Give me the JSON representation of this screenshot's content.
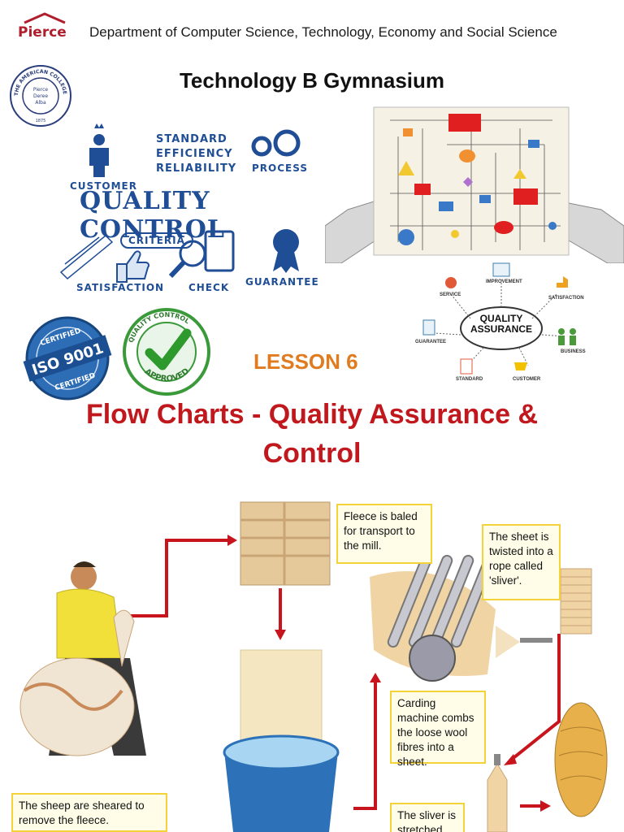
{
  "header": {
    "logo_text": "Pierce",
    "department": "Department of Computer Science, Technology, Economy and Social Science",
    "seal_text": "THE AMERICAN COLLEGE OF GREECE",
    "seal_center": [
      "Pierce",
      "Deree",
      "Alba"
    ],
    "seal_year": "1875"
  },
  "course_title": "Technology B Gymnasium",
  "quality_control_graphic": {
    "customer": "CUSTOMER",
    "standard": "STANDARD",
    "efficiency": "EFFICIENCY",
    "reliability": "RELIABILITY",
    "process": "PROCESS",
    "main": "QUALITY CONTROL",
    "criteria": "CRITERIA",
    "satisfaction": "SATISFACTION",
    "check": "CHECK",
    "guarantee": "GUARANTEE"
  },
  "badges": {
    "iso_top": "CERTIFIED",
    "iso_main": "ISO 9001",
    "iso_bottom": "CERTIFIED",
    "qc_top": "QUALITY CONTROL",
    "qc_bottom": "APPROVED"
  },
  "quality_assurance": {
    "center": [
      "QUALITY",
      "ASSURANCE"
    ],
    "improvement": "IMPROVEMENT",
    "service": "SERVICE",
    "satisfaction": "SATISFACTION",
    "guarantee": "GUARANTEE",
    "business": "BUSINESS",
    "standard": "STANDARD",
    "customer": "CUSTOMER"
  },
  "lesson": "LESSON 6",
  "main_title_line1": "Flow Charts - Quality Assurance &",
  "main_title_line2": "Control",
  "wool_process": {
    "fleece_baled": "Fleece is baled for transport to the mill.",
    "sheet_twisted": "The sheet is twisted into a rope called 'sliver'.",
    "carding": "Carding machine combs the loose wool fibres into a sheet.",
    "sheared": "The sheep are sheared to remove the fleece.",
    "sliver_stretched": "The sliver is stretched and"
  },
  "colors": {
    "brand_red": "#b01e2d",
    "title_red": "#c0181d",
    "lesson_orange": "#e07b1f",
    "qc_blue": "#1f4e96",
    "callout_border": "#f4d33a",
    "arrow_red": "#c8141c"
  }
}
